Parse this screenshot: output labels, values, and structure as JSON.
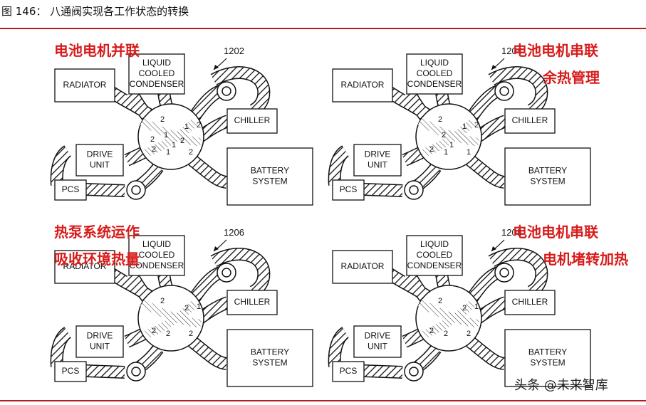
{
  "caption": "图 146：   八通阀实现各工作状态的转换",
  "panels": [
    {
      "ref": "1202",
      "mode_lines": [
        "电池电机并联"
      ],
      "components": {
        "radiator": "RADIATOR",
        "condenser": [
          "LIQUID",
          "COOLED",
          "CONDENSER"
        ],
        "chiller": "CHILLER",
        "drive_unit": [
          "DRIVE",
          "UNIT"
        ],
        "pcs": "PCS",
        "battery": [
          "BATTERY",
          "SYSTEM"
        ]
      },
      "ports": [
        "2",
        "2",
        "1",
        "1",
        "2",
        "2",
        "1",
        "1",
        "2",
        "2"
      ]
    },
    {
      "ref": "1204",
      "mode_lines": [
        "电池电机串联",
        "余热管理"
      ],
      "components": {
        "radiator": "RADIATOR",
        "condenser": [
          "LIQUID",
          "COOLED",
          "CONDENSER"
        ],
        "chiller": "CHILLER",
        "drive_unit": [
          "DRIVE",
          "UNIT"
        ],
        "pcs": "PCS",
        "battery": [
          "BATTERY",
          "SYSTEM"
        ]
      },
      "ports": [
        "2",
        "2",
        "1",
        "1",
        "2",
        "1",
        "2",
        "1"
      ]
    },
    {
      "ref": "1206",
      "mode_lines": [
        "热泵系统运作",
        "吸收环境热量"
      ],
      "components": {
        "radiator": "RADIATOR",
        "condenser": [
          "LIQUID",
          "COOLED",
          "CONDENSER"
        ],
        "chiller": "CHILLER",
        "drive_unit": [
          "DRIVE",
          "UNIT"
        ],
        "pcs": "PCS",
        "battery": [
          "BATTERY",
          "SYSTEM"
        ]
      },
      "ports": [
        "2",
        "2",
        "2",
        "2",
        "1",
        "2"
      ]
    },
    {
      "ref": "1208",
      "mode_lines": [
        "电池电机串联",
        "电机堵转加热"
      ],
      "components": {
        "radiator": "RADIATOR",
        "condenser": [
          "LIQUID",
          "COOLED",
          "CONDENSER"
        ],
        "chiller": "CHILLER",
        "drive_unit": [
          "DRIVE",
          "UNIT"
        ],
        "pcs": "PCS",
        "battery": [
          "BATTERY",
          "SYSTEM"
        ]
      },
      "ports": [
        "2",
        "2",
        "2",
        "2",
        "1",
        "2"
      ]
    }
  ],
  "watermark": "头条 @未来智库",
  "colors": {
    "accent": "#d81b1b",
    "rule": "#b71c1c",
    "line": "#111111"
  }
}
